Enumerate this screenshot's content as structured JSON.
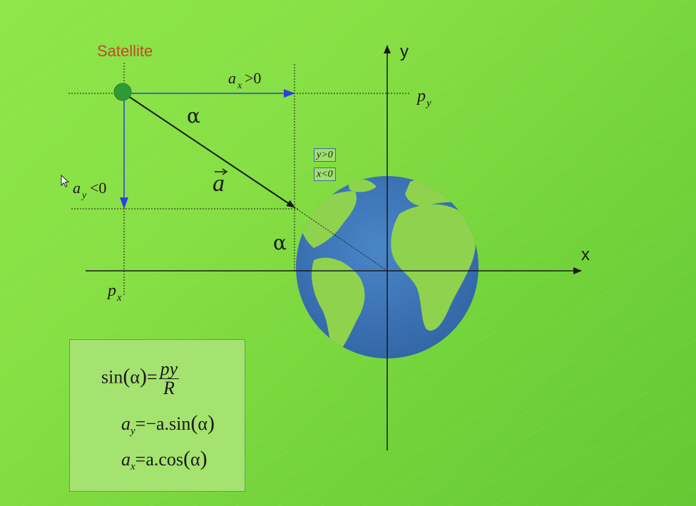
{
  "labels": {
    "satellite": "Satellite",
    "y_axis": "y",
    "x_axis": "x",
    "ax_label": "a",
    "ax_sub": "x",
    "ax_cond": ">0",
    "ay_label": "a",
    "ay_sub": "y",
    "ay_cond": "<0",
    "py_label": "p",
    "py_sub": "y",
    "px_label": "p",
    "px_sub": "x",
    "alpha_top": "α",
    "alpha_bottom": "α",
    "vector_a": "a",
    "cond_y": "y>0",
    "cond_x": "x<0"
  },
  "formulas": {
    "f1_lhs_fn": "sin",
    "f1_lhs_arg": "α",
    "f1_eq": "=",
    "f1_num": "py",
    "f1_den": "R",
    "f2_lhs": "a",
    "f2_lhs_sub": "y",
    "f2_rhs": "=−a.sin",
    "f2_arg": "α",
    "f3_lhs": "a",
    "f3_lhs_sub": "x",
    "f3_rhs": "=a.cos",
    "f3_arg": "α"
  },
  "colors": {
    "satellite_label": "#c8452a",
    "satellite_dot": "#2f9a35",
    "component_arrow": "#2c3fe0",
    "earth_ocean": "#3f75b8",
    "earth_land": "#8fd24e",
    "axes": "#1a1a1a"
  }
}
